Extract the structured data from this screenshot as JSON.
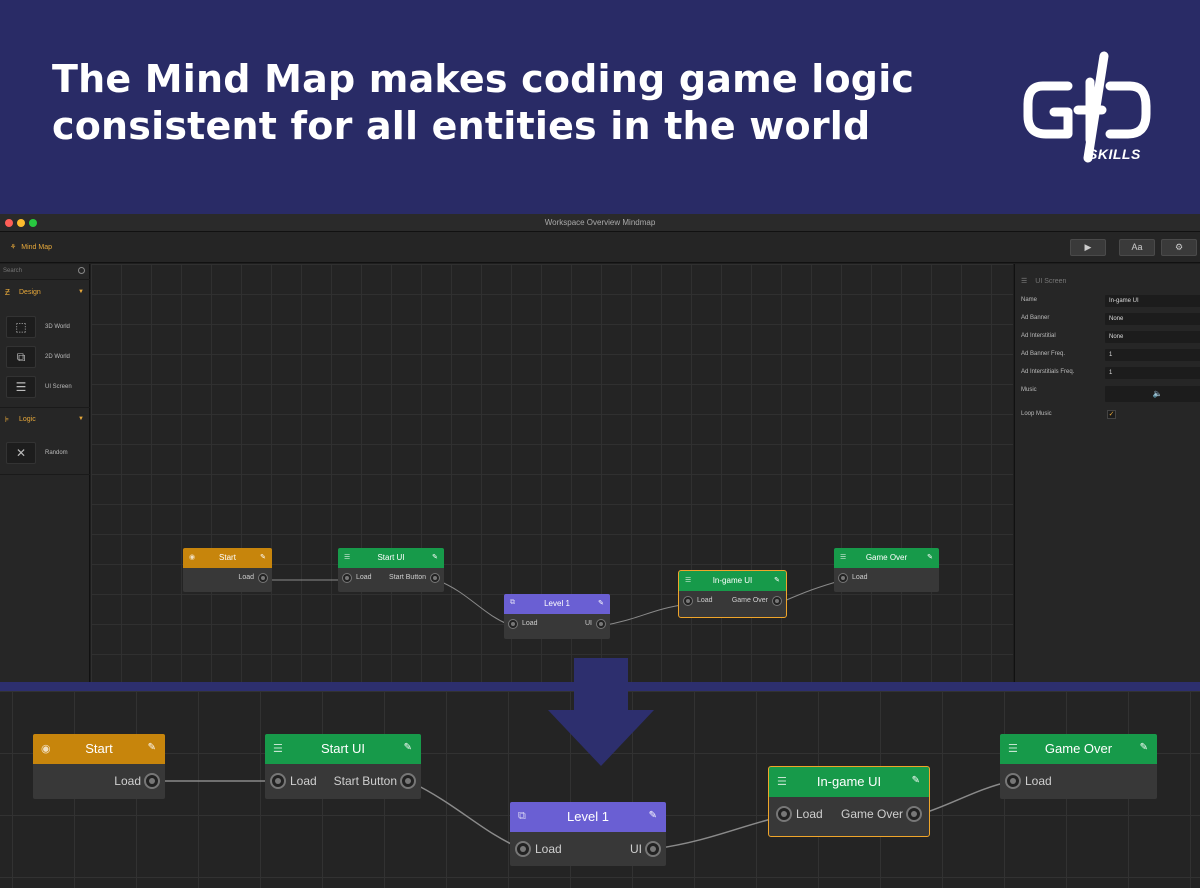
{
  "banner": {
    "headline_line1": "The Mind Map makes coding game logic",
    "headline_line2": "consistent for all entities in the world",
    "logo_text": "SKILLS",
    "bg_color": "#292b66"
  },
  "window": {
    "title": "Workspace Overview Mindmap",
    "toolbar": {
      "mindmap_label": "Mind Map",
      "play_icon": "play-icon",
      "font_button": "Aa",
      "settings_icon": "gear-icon"
    }
  },
  "sidebar": {
    "search_placeholder": "Search",
    "sections": [
      {
        "label": "Design",
        "icon": "design-icon",
        "items": [
          "3D World",
          "2D World",
          "UI Screen"
        ]
      },
      {
        "label": "Logic",
        "icon": "logic-icon",
        "items": [
          "Random"
        ]
      }
    ]
  },
  "properties": {
    "title": "UI Screen",
    "rows": [
      {
        "label": "Name",
        "value": "In-game UI"
      },
      {
        "label": "Ad Banner",
        "value": "None"
      },
      {
        "label": "Ad Interstitial",
        "value": "None"
      },
      {
        "label": "Ad Banner Freq.",
        "value": "1"
      },
      {
        "label": "Ad Interstitials Freq.",
        "value": "1"
      },
      {
        "label": "Music",
        "value": ""
      },
      {
        "label": "Loop Music",
        "value": "checked"
      }
    ]
  },
  "graph": {
    "nodes": {
      "start": {
        "title": "Start",
        "out": "Load",
        "color": "#c7850c"
      },
      "start_ui": {
        "title": "Start UI",
        "in": "Load",
        "out": "Start Button",
        "color": "#179a4a"
      },
      "level1": {
        "title": "Level 1",
        "in": "Load",
        "out": "UI",
        "color": "#6a5fd3"
      },
      "ingame_ui": {
        "title": "In-game UI",
        "in": "Load",
        "out": "Game Over",
        "color": "#179a4a",
        "selected": true
      },
      "game_over": {
        "title": "Game Over",
        "in": "Load",
        "color": "#179a4a"
      }
    }
  },
  "accent_color": "#f0a52a"
}
